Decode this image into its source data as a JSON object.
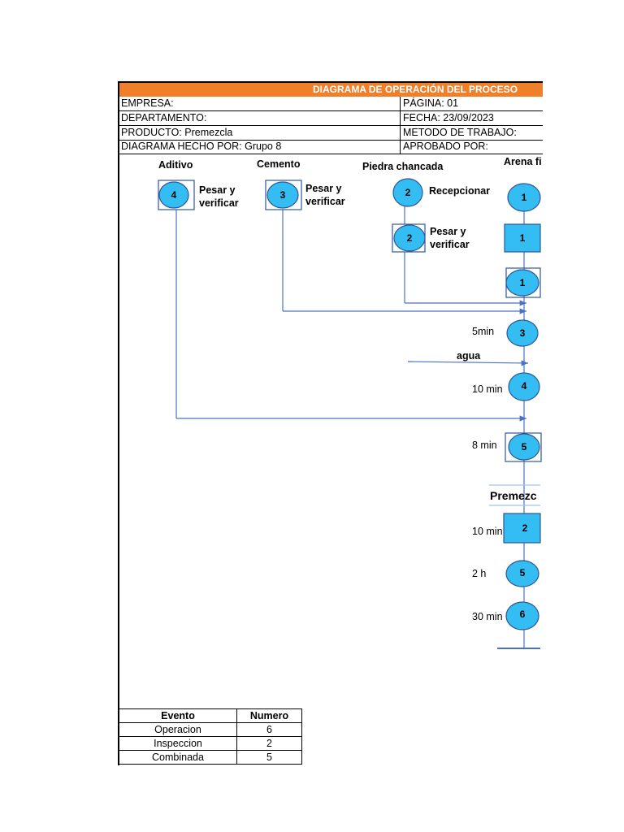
{
  "title": "DIAGRAMA DE OPERACIÓN DEL PROCESO",
  "header": {
    "empresa": "EMPRESA:",
    "pagina": "PÁGINA: 01",
    "departamento": "DEPARTAMENTO:",
    "fecha": "FECHA: 23/09/2023",
    "producto": "PRODUCTO: Premezcla",
    "metodo": "METODO DE TRABAJO:",
    "hecho_por": "DIAGRAMA HECHO POR: Grupo 8",
    "aprobado": "APROBADO POR:"
  },
  "columns": {
    "aditivo": "Aditivo",
    "cemento": "Cemento",
    "piedra": "Piedra chancada",
    "arena": "Arena fi"
  },
  "steps": {
    "aditivo_num": "4",
    "aditivo_text_1": "Pesar y",
    "aditivo_text_2": "verificar",
    "cemento_num": "3",
    "cemento_text_1": "Pesar y",
    "cemento_text_2": "verificar",
    "piedra_rec_num": "2",
    "piedra_rec_text": "Recepcionar",
    "piedra_pesar_num": "2",
    "piedra_pesar_text_1": "Pesar y",
    "piedra_pesar_text_2": "verificar",
    "arena_1": "1",
    "arena_insp_1": "1",
    "arena_comb_1": "1",
    "main_3": "3",
    "main_4": "4",
    "main_5": "5",
    "insp_2": "2",
    "op_5": "5",
    "op_6": "6"
  },
  "notes": {
    "agua": "agua",
    "t_5min": "5min",
    "t_10min_a": "10 min",
    "t_8min": "8 min",
    "premezcla": "Premezc",
    "t_10min_b": "10 min",
    "t_2h": "2 h",
    "t_30min": "30 min"
  },
  "summary": {
    "headers": [
      "Evento",
      "Numero"
    ],
    "rows": [
      [
        "Operacion",
        "6"
      ],
      [
        "Inspeccion",
        "2"
      ],
      [
        "Combinada",
        "5"
      ]
    ]
  },
  "colors": {
    "accent": "#f07f2a",
    "node_fill": "#33bdf2",
    "node_stroke": "#2f5597",
    "line": "#4a72c4"
  }
}
